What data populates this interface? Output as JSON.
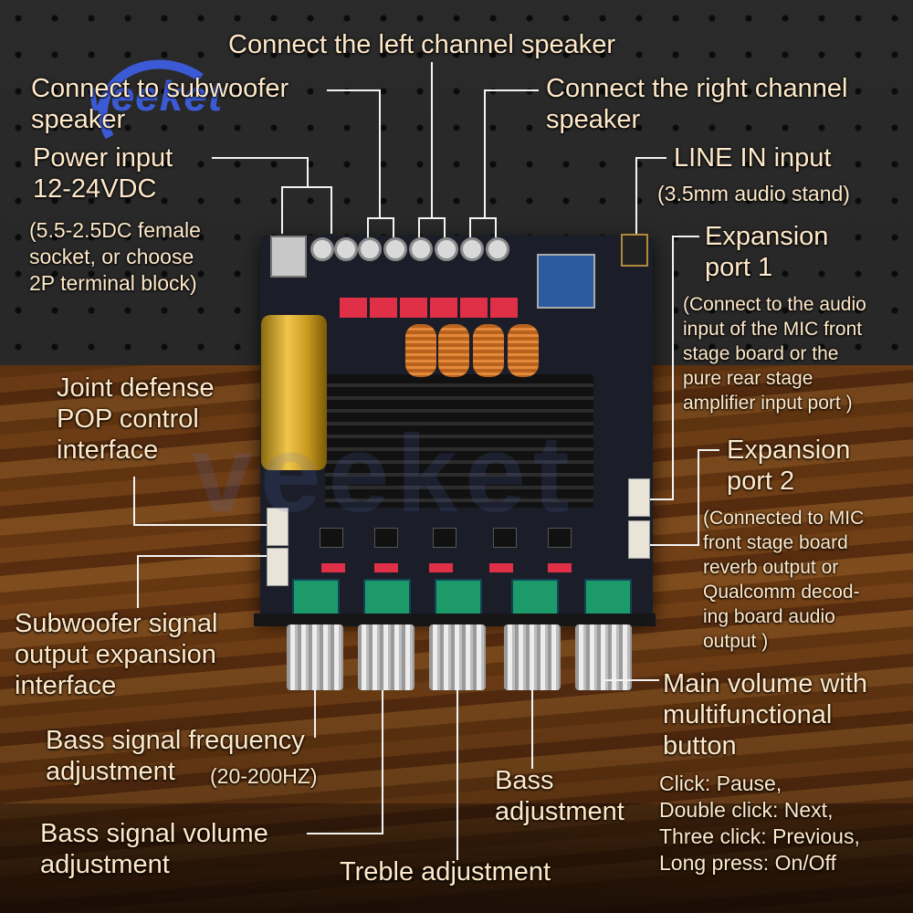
{
  "brand": {
    "logo_text": "veeket",
    "watermark_text": "veeket"
  },
  "labels": {
    "left_channel": "Connect the left channel speaker",
    "subwoofer": "Connect to subwoofer\nspeaker",
    "right_channel": "Connect the right channel\nspeaker",
    "power_title": "Power input\n12-24VDC",
    "power_detail": "(5.5-2.5DC female\nsocket, or choose\n2P terminal block)",
    "line_in_title": "LINE IN input",
    "line_in_detail": "(3.5mm audio stand)",
    "expansion1_title": "Expansion\nport 1",
    "expansion1_detail": "(Connect to the audio\ninput of the MIC front\nstage board or the\npure rear stage\namplifier input port )",
    "joint_defense": "Joint defense\nPOP control\ninterface",
    "expansion2_title": "Expansion\nport 2",
    "expansion2_detail": "(Connected to MIC\nfront stage board\nreverb output or\nQualcomm decod-\ning board audio\noutput )",
    "subwoofer_output": "Subwoofer signal\noutput expansion\ninterface",
    "bass_freq": "Bass signal frequency\nadjustment",
    "bass_freq_range": "(20-200HZ)",
    "bass_volume": "Bass signal volume\nadjustment",
    "treble": "Treble adjustment",
    "bass_adjust": "Bass\nadjustment",
    "main_volume": "Main volume with\nmultifunctional\nbutton",
    "button_functions": "Click: Pause,\nDouble click: Next,\nThree click: Previous,\nLong press: On/Off"
  },
  "colors": {
    "label_text": "#ffe9c9",
    "leader_line": "#f3f3f3",
    "logo": "#3b5bd6"
  }
}
